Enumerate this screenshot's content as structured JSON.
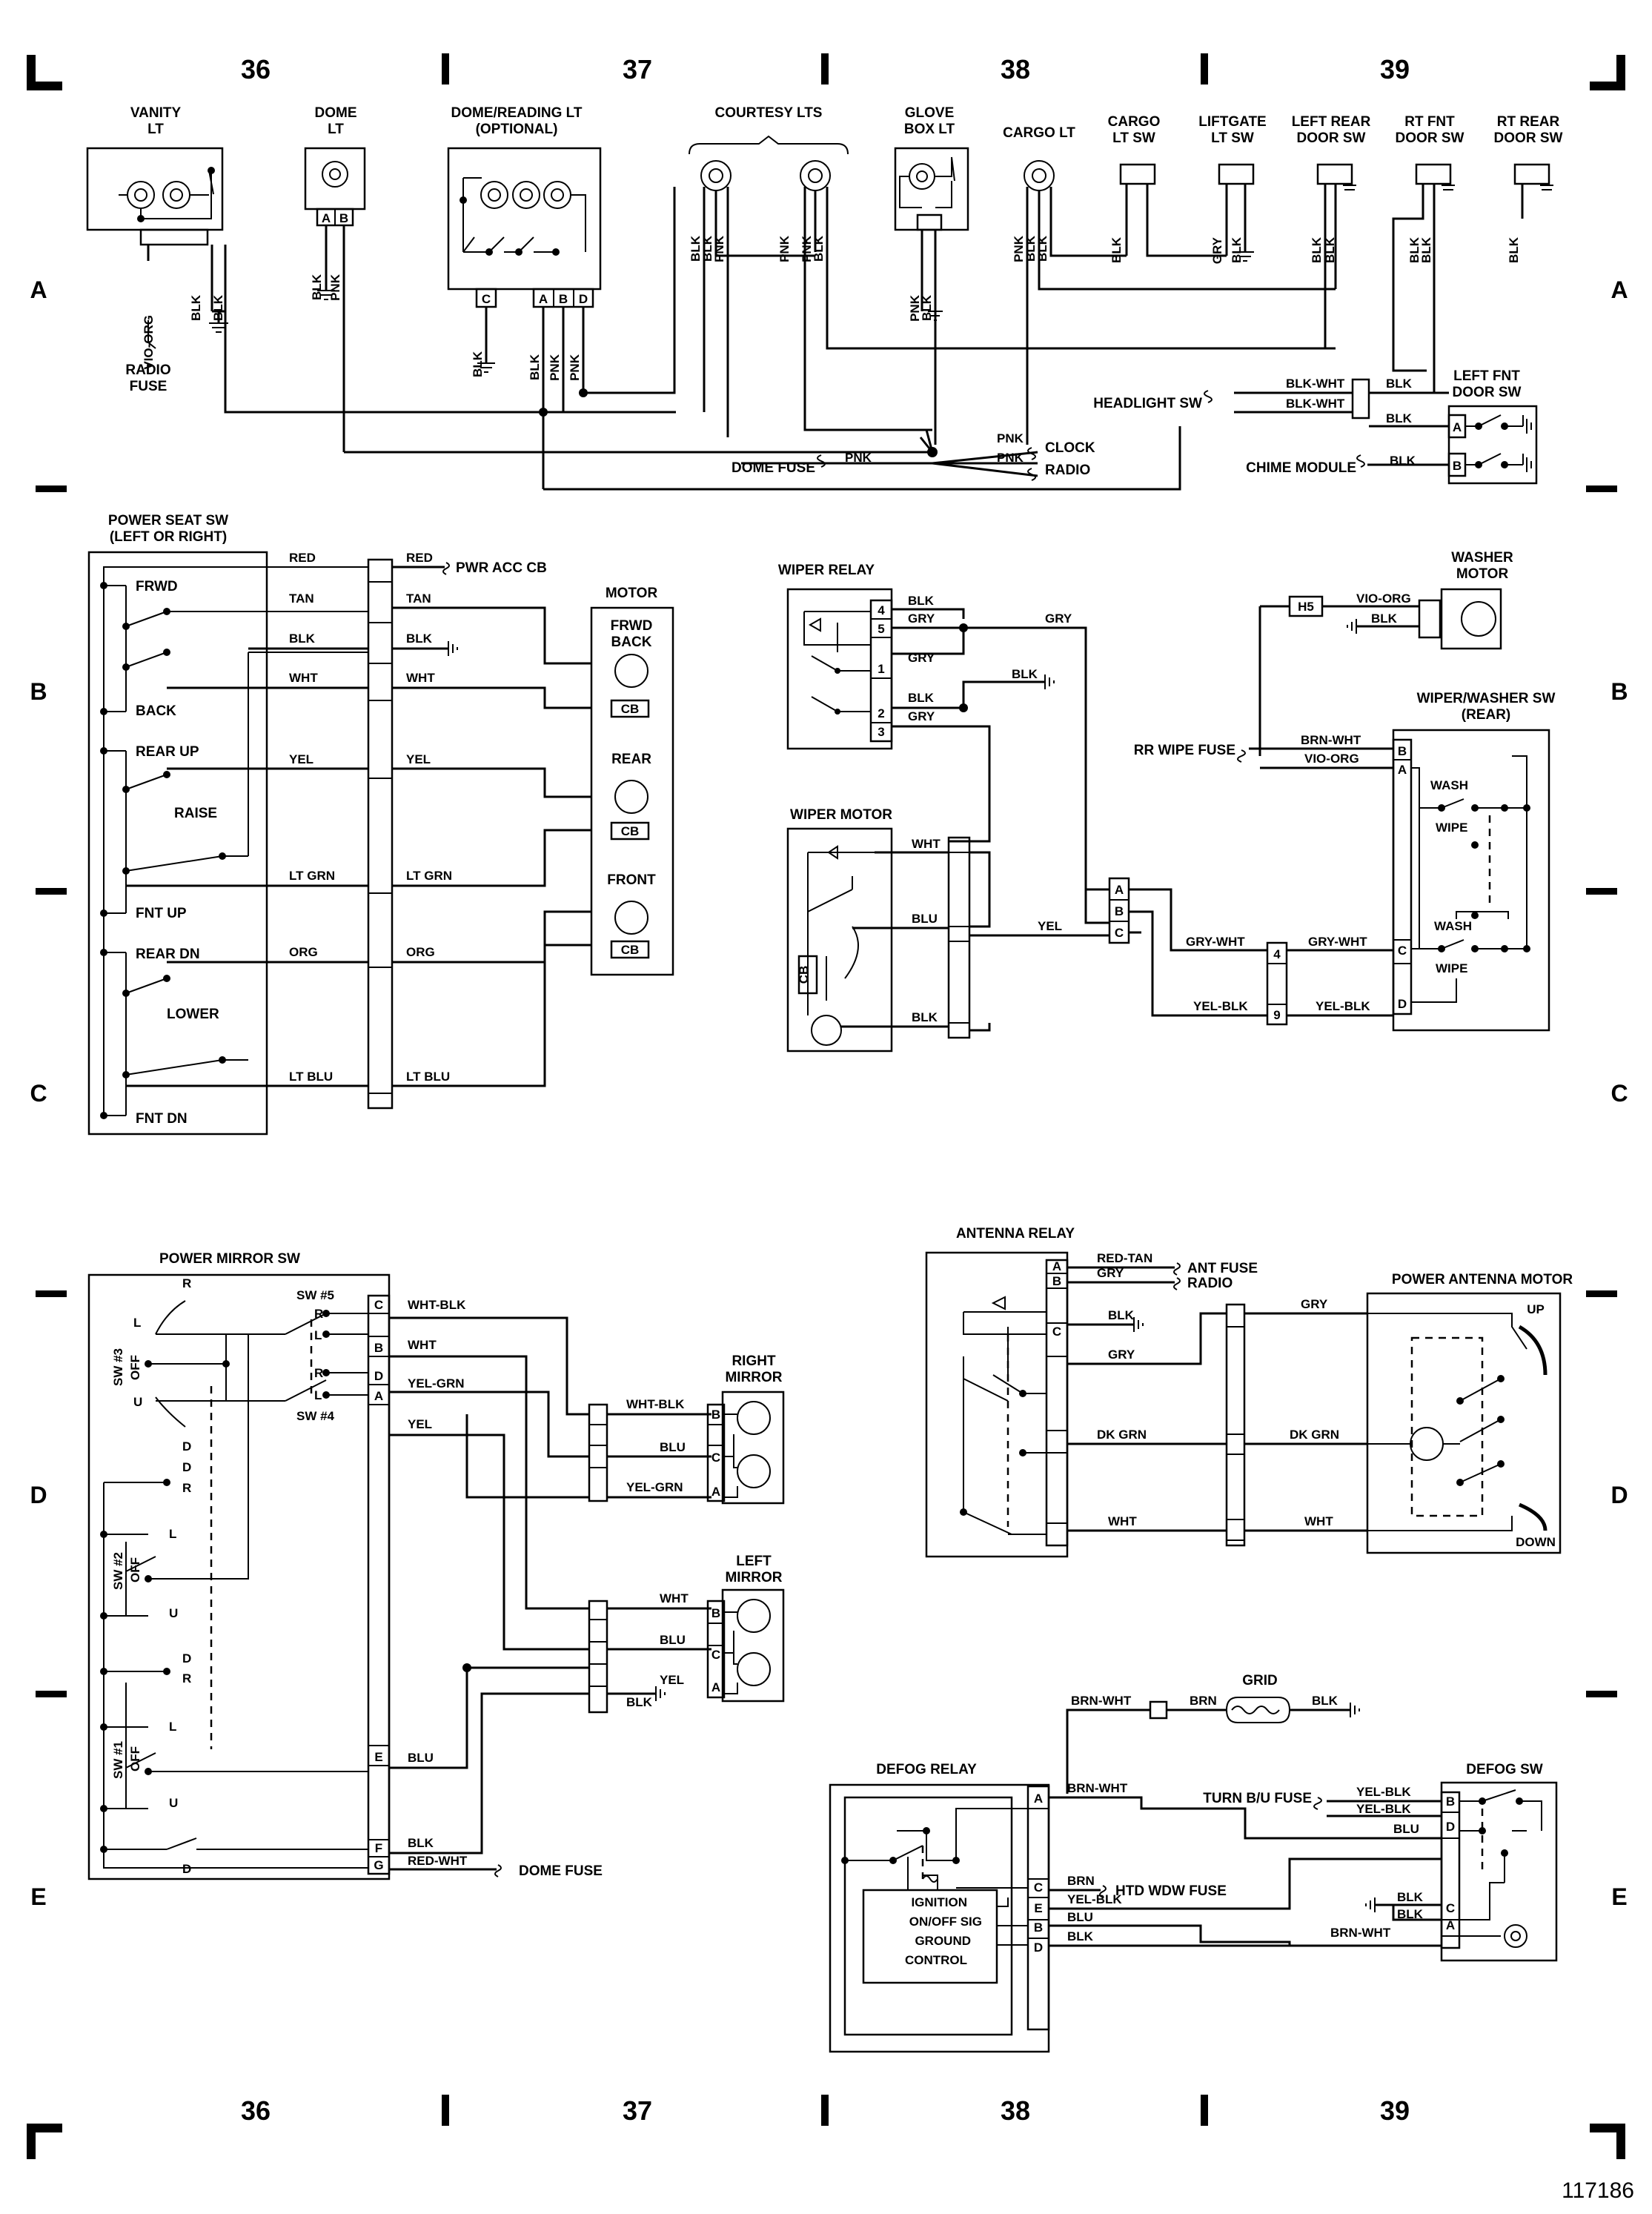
{
  "grid_columns": [
    "36",
    "37",
    "38",
    "39"
  ],
  "grid_rows": [
    "A",
    "B",
    "C",
    "D",
    "E"
  ],
  "figure_number": "117186",
  "colors": {
    "ink": "#000000",
    "background": "#ffffff"
  },
  "section_a": {
    "components": {
      "vanity": "VANITY\nLT",
      "dome": "DOME\nLT",
      "dome_reading": "DOME/READING LT\n(OPTIONAL)",
      "courtesy": "COURTESY LTS",
      "glovebox": "GLOVE\nBOX LT",
      "cargo_lt": "CARGO LT",
      "cargo_sw": "CARGO\nLT SW",
      "liftgate_sw": "LIFTGATE\nLT SW",
      "left_rear_door": "LEFT REAR\nDOOR SW",
      "rt_fnt_door": "RT FNT\nDOOR SW",
      "rt_rear_door": "RT REAR\nDOOR SW",
      "left_fnt_door": "LEFT FNT\nDOOR SW"
    },
    "sources": {
      "radio_fuse": "RADIO\nFUSE",
      "headlight_sw": "HEADLIGHT SW",
      "chime_module": "CHIME MODULE",
      "dome_fuse": "DOME FUSE",
      "clock": "CLOCK",
      "radio": "RADIO"
    },
    "wires": {
      "vio_org": "VIO-ORG",
      "blk": "BLK",
      "pnk": "PNK",
      "gry": "GRY",
      "blk_wht": "BLK-WHT"
    },
    "pins": {
      "a": "A",
      "b": "B",
      "c": "C",
      "d": "D"
    }
  },
  "power_seat": {
    "title": "POWER SEAT SW\n(LEFT OR RIGHT)",
    "motor_title": "MOTOR",
    "positions": [
      "FRWD",
      "BACK",
      "REAR UP",
      "RAISE",
      "FNT UP",
      "REAR DN",
      "LOWER",
      "FNT DN"
    ],
    "wires": [
      "RED",
      "TAN",
      "BLK",
      "WHT",
      "YEL",
      "LT GRN",
      "ORG",
      "LT BLU"
    ],
    "pwr_acc_cb": "PWR ACC CB",
    "motors": [
      "FRWD\nBACK",
      "REAR",
      "FRONT"
    ],
    "cb": "CB"
  },
  "wiper": {
    "relay_title": "WIPER RELAY",
    "motor_title": "WIPER MOTOR",
    "washer_motor": "WASHER\nMOTOR",
    "wiper_washer_sw": "WIPER/WASHER SW\n(REAR)",
    "relay_pins": [
      "4",
      "5",
      "1",
      "2",
      "3"
    ],
    "rr_wipe_fuse": "RR WIPE FUSE",
    "h5": "H5",
    "wires": {
      "blk": "BLK",
      "gry": "GRY",
      "wht": "WHT",
      "blu": "BLU",
      "yel": "YEL",
      "gry_wht": "GRY-WHT",
      "yel_blk": "YEL-BLK",
      "brn_wht": "BRN-WHT",
      "vio_org": "VIO-ORG"
    },
    "inline_pins": [
      "4",
      "9"
    ],
    "switch_labels": [
      "WASH",
      "WIPE",
      "WASH",
      "WIPE"
    ],
    "cb": "CB"
  },
  "mirror": {
    "title": "POWER MIRROR SW",
    "right_mirror": "RIGHT\nMIRROR",
    "left_mirror": "LEFT\nMIRROR",
    "switches": [
      "SW #1",
      "SW #2",
      "SW #3",
      "SW #4",
      "SW #5"
    ],
    "positions": [
      "R",
      "L",
      "U",
      "D",
      "OFF"
    ],
    "wires": [
      "WHT-BLK",
      "WHT",
      "YEL-GRN",
      "YEL",
      "BLU",
      "BLK",
      "RED-WHT"
    ],
    "dome_fuse": "DOME FUSE",
    "pins": [
      "C",
      "B",
      "D",
      "A",
      "E",
      "F",
      "G"
    ]
  },
  "antenna": {
    "relay_title": "ANTENNA RELAY",
    "motor_title": "POWER ANTENNA MOTOR",
    "ant_fuse": "ANT FUSE",
    "radio": "RADIO",
    "up": "UP",
    "down": "DOWN",
    "wires": [
      "RED-TAN",
      "GRY",
      "BLK",
      "GRY",
      "DK GRN",
      "WHT"
    ]
  },
  "defog": {
    "relay_title": "DEFOG RELAY",
    "switch_title": "DEFOG SW",
    "grid": "GRID",
    "turn_bu_fuse": "TURN B/U FUSE",
    "htd_wdw_fuse": "HTD WDW FUSE",
    "control_block": [
      "IGNITION",
      "ON/OFF SIG",
      "GROUND",
      "CONTROL"
    ],
    "wires": [
      "BRN-WHT",
      "BRN",
      "BLK",
      "YEL-BLK",
      "BLU"
    ]
  }
}
